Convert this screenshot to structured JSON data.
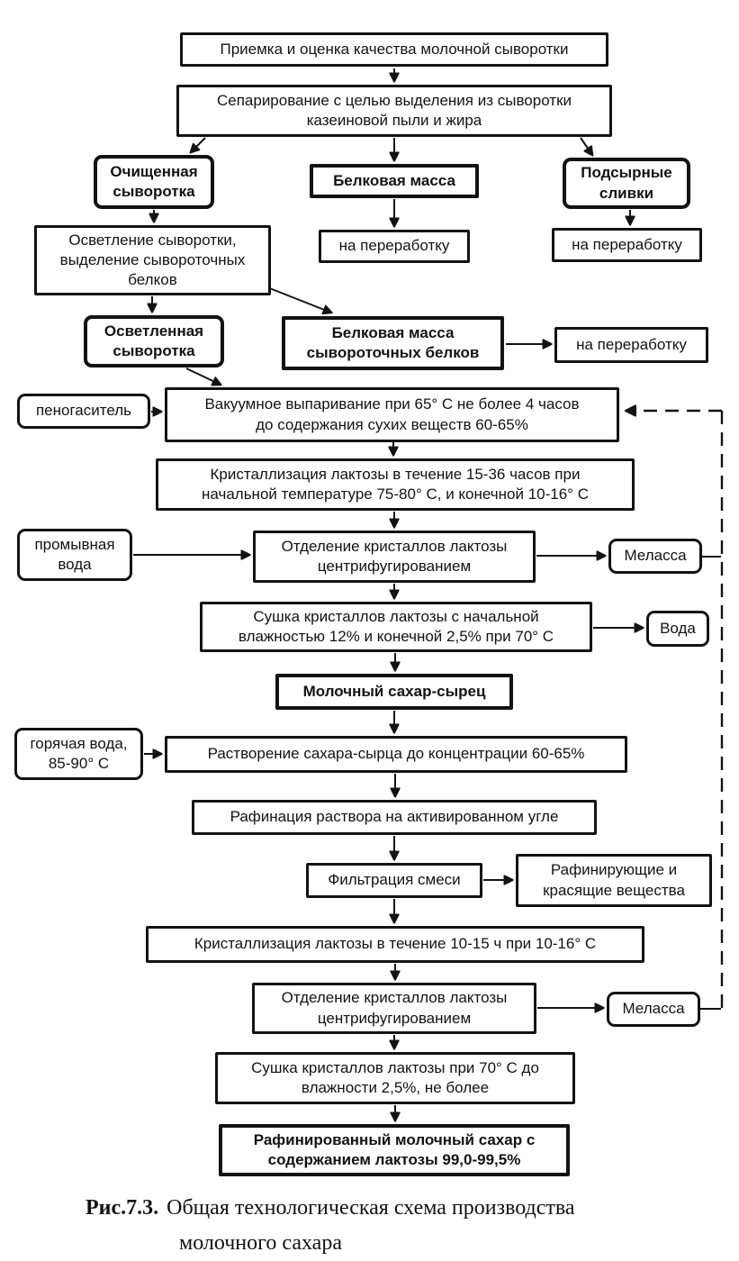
{
  "nodes": {
    "priemka": "Приемка и оценка качества молочной сыворотки",
    "separirovanie": "Сепарирование с целью выделения из сыворотки\nказеиновой пыли и жира",
    "ochishchennaya_syvorotka": "Очищенная\nсыворотка",
    "belkovaya_massa": "Белковая масса",
    "podsyrnye_slivki": "Подсырные\nсливки",
    "na_pererabotku_1": "на переработку",
    "na_pererabotku_2": "на переработку",
    "osvetlenie": "Осветление сыворотки,\nвыделение сывороточных\nбелков",
    "osvetlennaya_syvorotka": "Осветленная\nсыворотка",
    "belkovaya_massa_syvorotochnyh_belkov": "Белковая масса\nсывороточных белков",
    "na_pererabotku_3": "на переработку",
    "penogasitel": "пеногаситель",
    "vakuumnoe_vyparivanie": "Вакуумное выпаривание при 65° С не более 4 часов\nдо содержания сухих веществ 60-65%",
    "kristallizaciya_1": "Кристаллизация лактозы в течение 15-36 часов при\nначальной температуре 75-80° С, и конечной 10-16° С",
    "promyvnaya_voda": "промывная\nвода",
    "otdelenie_kristallov_1": "Отделение кристаллов лактозы\nцентрифугированием",
    "melassa_1": "Меласса",
    "sushka_kristallov_1": "Сушка кристаллов лактозы с начальной\nвлажностью 12% и конечной 2,5% при 70° С",
    "voda": "Вода",
    "molochny_sahar_syrec": "Молочный сахар-сырец",
    "goryachaya_voda": "горячая вода,\n85-90° С",
    "rastvorenie": "Растворение сахара-сырца до концентрации 60-65%",
    "rafinaciya": "Рафинация раствора на активированном угле",
    "filtraciya": "Фильтрация смеси",
    "rafiniruyushchie_veshchestva": "Рафинирующие и\nкрасящие вещества",
    "kristallizaciya_2": "Кристаллизация лактозы в течение 10-15 ч при 10-16° С",
    "otdelenie_kristallov_2": "Отделение кристаллов лактозы\nцентрифугированием",
    "melassa_2": "Меласса",
    "sushka_kristallov_2": "Сушка кристаллов лактозы при 70° С до\nвлажности 2,5%, не более",
    "rafinirovanny_sahar": "Рафинированный молочный сахар с\nсодержанием лактозы 99,0-99,5%"
  },
  "caption": {
    "label": "Рис.7.3.",
    "line1": "Общая технологическая схема производства",
    "line2": "молочного сахара"
  },
  "colors": {
    "ink": "#131313",
    "paper": "#ffffff"
  }
}
